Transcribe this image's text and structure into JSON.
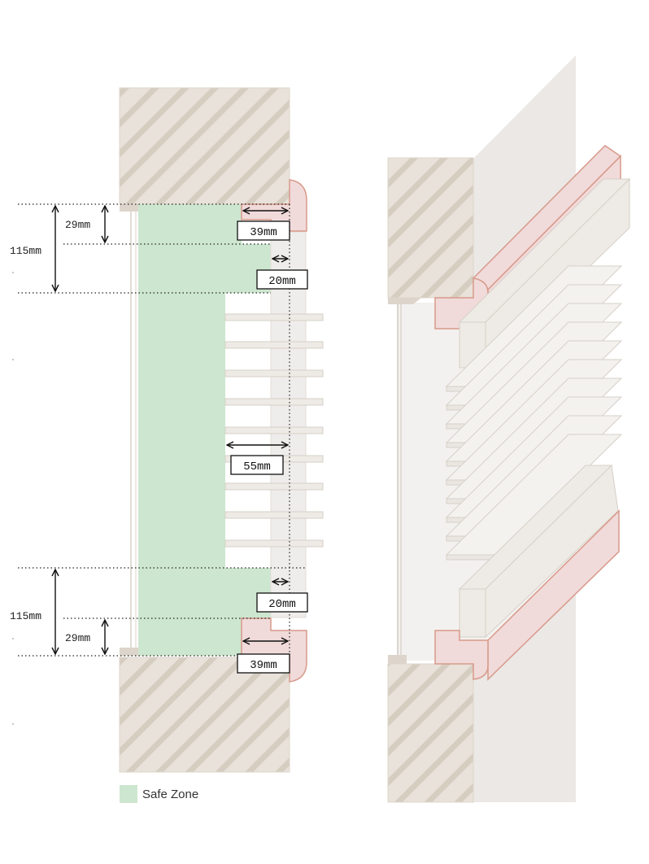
{
  "dimensions": {
    "top_overall": "115mm",
    "top_inner": "29mm",
    "top_width_39": "39mm",
    "top_width_20": "20mm",
    "middle_width_55": "55mm",
    "bottom_width_20": "20mm",
    "bottom_overall": "115mm",
    "bottom_inner": "29mm",
    "bottom_width_39": "39mm"
  },
  "legend": {
    "safe_zone": "Safe Zone"
  },
  "colors": {
    "wall": "#e8e2da",
    "wall_hatch": "#d8cfc4",
    "safe_zone": "#cde6cf",
    "rail_fill": "#f1dada",
    "rail_stroke": "#d79a8a",
    "slat_fill": "#eeeae5",
    "slat_stroke": "#d6d0c8",
    "panel": "#ece9e6"
  }
}
